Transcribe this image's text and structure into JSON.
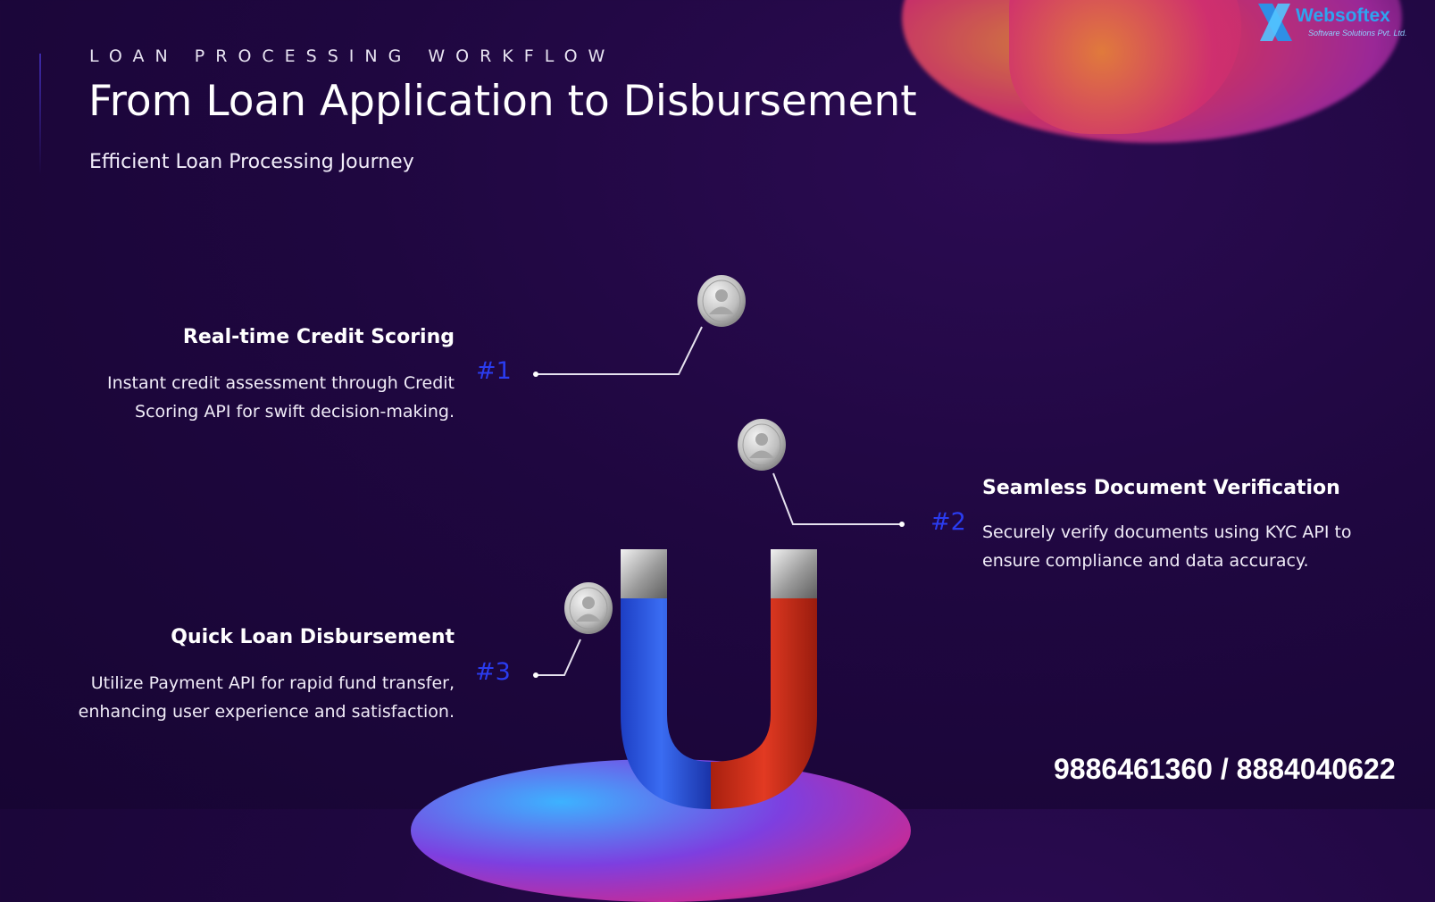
{
  "header": {
    "kicker": "LOAN PROCESSING WORKFLOW",
    "title": "From Loan Application to Disbursement",
    "subtitle": "Efficient Loan Processing Journey"
  },
  "brand": {
    "name": "Websoftex",
    "tagline": "Software Solutions Pvt. Ltd."
  },
  "steps": [
    {
      "number": "#1",
      "title": "Real-time Credit Scoring",
      "desc_line1": "Instant credit assessment through Credit",
      "desc_line2": "Scoring API for swift decision-making."
    },
    {
      "number": "#2",
      "title": "Seamless Document Verification",
      "desc_line1": "Securely verify documents using KYC API to",
      "desc_line2": "ensure compliance and data accuracy."
    },
    {
      "number": "#3",
      "title": "Quick Loan Disbursement",
      "desc_line1": "Utilize Payment API for rapid fund transfer,",
      "desc_line2": "enhancing user experience and satisfaction."
    }
  ],
  "footer": {
    "phone": "9886461360 / 8884040622"
  },
  "colors": {
    "background": "#1f0740",
    "step_number": "#2a3cf0",
    "magnet_blue": "#2f56e6",
    "magnet_red": "#d7321f",
    "logo_blue": "#2ea4f0"
  },
  "icons": [
    "person-coin-icon",
    "magnet-icon",
    "websoftex-logo-icon"
  ]
}
